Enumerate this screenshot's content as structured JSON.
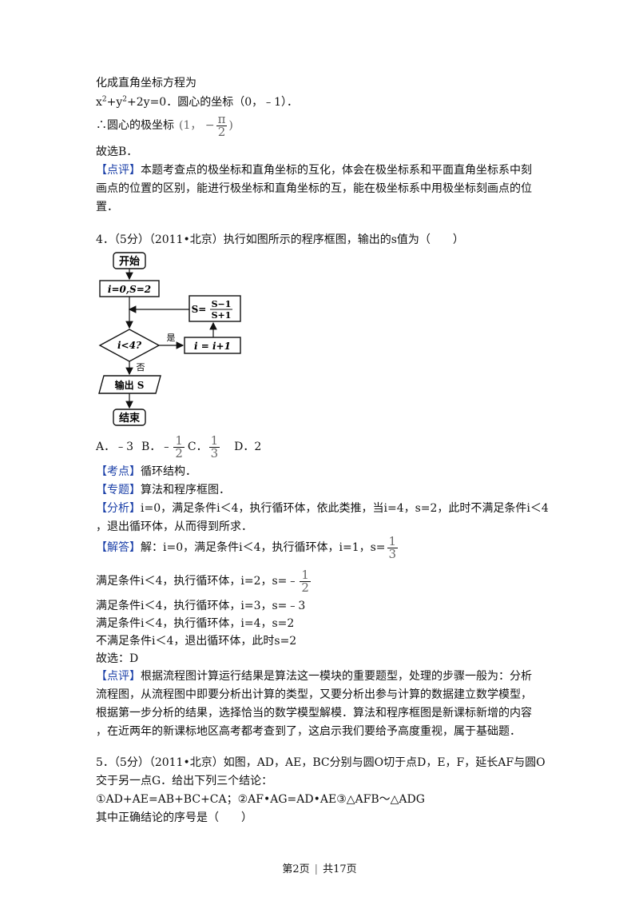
{
  "content": {
    "l1": "化成直角坐标方程为",
    "l2_eq_a": "x",
    "l2_sup1": "2",
    "l2_eq_b": "+y",
    "l2_sup2": "2",
    "l2_eq_c": "+2y=0．圆心的坐标（0，﹣1）．",
    "l3_prefix": "∴圆心的极坐标",
    "l3_open": "(1，  −",
    "l3_num": "π",
    "l3_den": "2",
    "l3_close": ")",
    "l4": "故选B．",
    "review1_tag": "【点评】",
    "review1_a": "本题考查点的极坐标和直角坐标的互化，体会在极坐标系和平面直角坐标系中刻",
    "review1_b": "画点的位置的区别，能进行极坐标和直角坐标的互，能在极坐标系中用极坐标刻画点的位",
    "review1_c": "置．",
    "q4_title": "4．（5分）（2011•北京）执行如图所示的程序框图，输出的s值为（　　）",
    "flow": {
      "start": "开始",
      "init": "i=0,S=2",
      "assign_prefix": "S=",
      "assign_num": "S−1",
      "assign_den": "S+1",
      "condition": "i<4?",
      "yes": "是",
      "increment": "i = i+1",
      "no": "否",
      "output": "输出 S",
      "end": "结束"
    },
    "options": {
      "a": "A．﹣3",
      "b_prefix": "B．﹣",
      "b_num": "1",
      "b_den": "2",
      "c_prefix": "C．",
      "c_num": "1",
      "c_den": "3",
      "d": "D．2"
    },
    "kaodian_tag": "【考点】",
    "kaodian": "循环结构．",
    "zhuanti_tag": "【专题】",
    "zhuanti": "算法和程序框图．",
    "fenxi_tag": "【分析】",
    "fenxi_a": "i=0，满足条件i＜4，执行循环体，依此类推，当i=4，s=2，此时不满足条件i＜4",
    "fenxi_b": "，退出循环体，从而得到所求．",
    "jieda_tag": "【解答】",
    "jieda_a": "解：i=0，满足条件i＜4，执行循环体，i=1，s=",
    "jieda_a_num": "1",
    "jieda_a_den": "3",
    "step2": "满足条件i＜4，执行循环体，i=2，s=﹣",
    "step2_num": "1",
    "step2_den": "2",
    "step3": "满足条件i＜4，执行循环体，i=3，s=﹣3",
    "step4": "满足条件i＜4，执行循环体，i=4，s=2",
    "step5": "不满足条件i＜4，退出循环体，此时s=2",
    "answer": "故选：D",
    "review2_tag": "【点评】",
    "review2_a": "根据流程图计算运行结果是算法这一模块的重要题型，处理的步骤一般为：分析",
    "review2_b": "流程图，从流程图中即要分析出计算的类型，又要分析出参与计算的数据建立数学模型，",
    "review2_c": "根据第一步分析的结果，选择恰当的数学模型解模．算法和程序框图是新课标新增的内容",
    "review2_d": "，在近两年的新课标地区高考都考查到了，这启示我们要给予高度重视，属于基础题．",
    "q5_a": "5．（5分）（2011•北京）如图，AD，AE，BC分别与圆O切于点D，E，F，延长AF与圆O",
    "q5_b": "交于另一点G．给出下列三个结论：",
    "q5_c": "①AD+AE=AB+BC+CA；②AF•AG=AD•AE③△AFB～△ADG",
    "q5_d": "其中正确结论的序号是（　　）"
  },
  "footer": {
    "page": "第2页",
    "sep": "|",
    "total": "共17页"
  }
}
